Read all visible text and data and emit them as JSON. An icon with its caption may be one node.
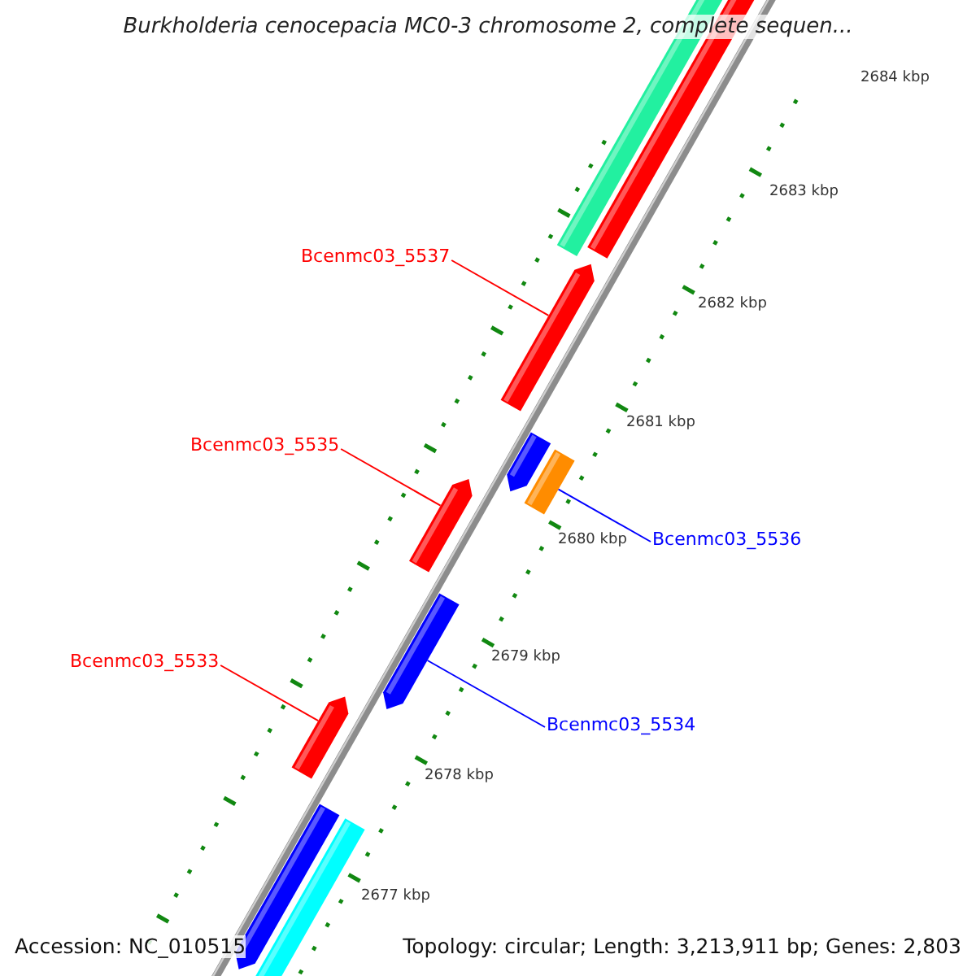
{
  "diagram": {
    "title": "Burkholderia cenocepacia MC0-3 chromosome 2, complete sequen...",
    "nodes": [
      {
        "text": [
          "Bcenmc03_5537"
        ]
      },
      {
        "text": [],
        "shape": "bar"
      },
      {
        "text": [
          "Bcenmc03_5535"
        ]
      },
      {
        "text": [],
        "shape": "bar"
      },
      {
        "text": [
          "Bcenmc03_5536"
        ]
      },
      {
        "text": [],
        "shape": "bar"
      },
      {
        "text": [
          "Bcenmc03_5533"
        ]
      },
      {
        "text": [],
        "shape": "bar"
      },
      {
        "text": [
          "Bcenmc03_5534"
        ]
      },
      {
        "text": [],
        "shape": "bar"
      }
    ],
    "edges": [
      {
        "from": 0,
        "to": 1,
        "arrow": "none"
      },
      {
        "from": 2,
        "to": 3,
        "arrow": "none"
      },
      {
        "from": 4,
        "to": 5,
        "arrow": "none",
        "color": "#0000ff"
      },
      {
        "from": 6,
        "to": 7,
        "arrow": "none"
      },
      {
        "from": 8,
        "to": 9,
        "arrow": "none",
        "color": "#0000ff"
      }
    ],
    "labels": [
      "2684 kbp",
      "2683 kbp",
      "2682 kbp",
      "2681 kbp",
      "2680 kbp",
      "2679 kbp",
      "2678 kbp",
      "2677 kbp",
      "Accession: NC_010515",
      "Topology: circular; Length: 3,213,911 bp; Genes: 2,803"
    ]
  }
}
